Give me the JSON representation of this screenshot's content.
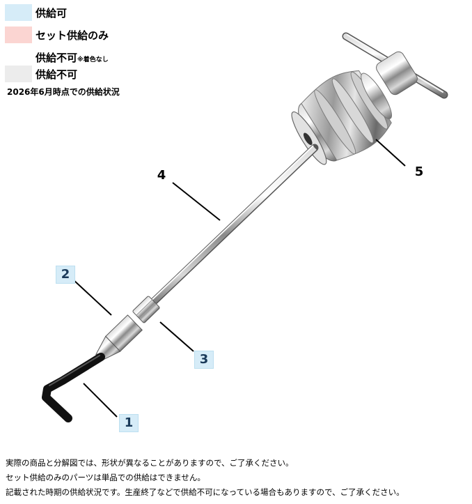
{
  "legend": {
    "items": [
      {
        "label": "供給可",
        "note": "",
        "color": "#d6ecf8"
      },
      {
        "label": "セット供給のみ",
        "note": "",
        "color": "#fbd5d2"
      },
      {
        "label": "供給不可",
        "note": "※着色なし",
        "color": "#ffffff"
      },
      {
        "label": "供給不可",
        "note": "",
        "color": "#ececec"
      }
    ],
    "status_date": "2026年6月時点での供給状況"
  },
  "callouts": [
    {
      "number": "1",
      "status": "available"
    },
    {
      "number": "2",
      "status": "available"
    },
    {
      "number": "3",
      "status": "available"
    },
    {
      "number": "4",
      "status": "none"
    },
    {
      "number": "5",
      "status": "none"
    }
  ],
  "footer": {
    "lines": [
      "実際の商品と分解図では、形状が異なることがありますので、ご了承ください。",
      "セット供給のみのパーツは単品での供給はできません。",
      "記載された時期の供給状況です。生産終了などで供給不可になっている場合もありますので、ご了承ください。"
    ]
  },
  "colors": {
    "available_box": "#d6ecf8",
    "set_only_box": "#fbd5d2",
    "unavailable_box": "#ececec"
  }
}
